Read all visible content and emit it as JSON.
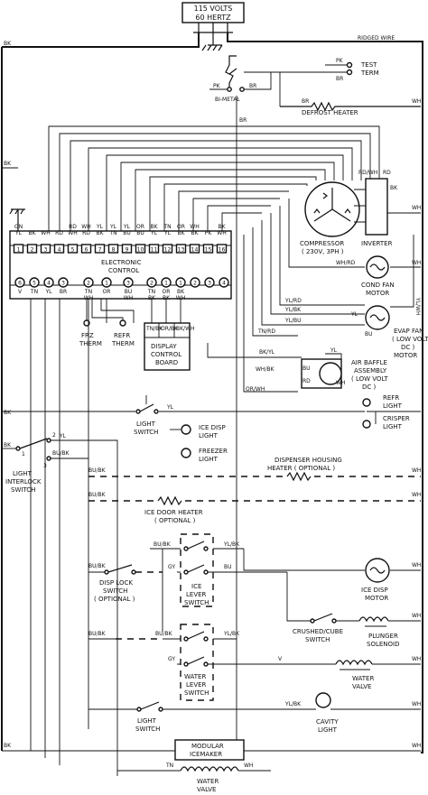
{
  "supply": {
    "line1": "115 VOLTS",
    "line2": "60 HERTZ"
  },
  "ridged_wire": "RIDGED WIRE",
  "wire_colors": {
    "bk": "BK",
    "wh": "WH",
    "pk": "PK",
    "br": "BR",
    "rd": "RD",
    "yl": "YL",
    "v": "V",
    "bu": "BU",
    "gy": "GY",
    "tn": "TN",
    "or": "OR",
    "yl_rd": "YL/RD",
    "yl_bk": "YL/BK",
    "yl_bu": "YL/BU",
    "tn_rd": "TN/RD",
    "bk_yl": "BK/YL",
    "wh_bk": "WH/BK",
    "or_wh": "OR/WH",
    "rd_wh": "RD/WH",
    "wh_rd": "WH/RD",
    "bu_bk": "BU/BK",
    "yl_wh": "YL/WH"
  },
  "test_term": {
    "line1": "TEST",
    "line2": "TERM"
  },
  "bimetal": "BI-METAL",
  "defrost_heater": "DEFROST HEATER",
  "control": {
    "title1": "ELECTRONIC",
    "title2": "CONTROL",
    "top_colors": [
      "GN/YL",
      "BK",
      "WH",
      "RD",
      "RD/WH",
      "WH/RD",
      "YL/BK",
      "YL/TN",
      "YL/BU",
      "OR/BU",
      "BK/YL",
      "TN/YL",
      "OR/BK",
      "WH/BK",
      "PK",
      "BK/WH"
    ],
    "top_pins": [
      "1",
      "2",
      "3",
      "4",
      "5",
      "6",
      "7",
      "8",
      "9",
      "10",
      "11",
      "12",
      "13",
      "14",
      "15",
      "16"
    ],
    "bottom_pins": [
      "6",
      "5",
      "4",
      "3",
      "2",
      "1",
      "3",
      "2",
      "1",
      "1",
      "2",
      "3",
      "4"
    ],
    "bottom_colors": [
      "V",
      "TN",
      "YL",
      "BR",
      "TN/WH",
      "OR",
      "BU/WH",
      "TN/BK",
      "OR/BK",
      "BK/WH"
    ]
  },
  "frz_therm": {
    "line1": "FRZ",
    "line2": "THERM"
  },
  "refr_therm": {
    "line1": "REFR",
    "line2": "THERM"
  },
  "display_board": {
    "line1": "DISPLAY",
    "line2": "CONTROL",
    "line3": "BOARD",
    "pins": [
      "TN/BK",
      "OR/BK",
      "BK/WH"
    ]
  },
  "compressor": {
    "line1": "COMPRESSOR",
    "line2": "( 230V, 3PH )"
  },
  "inverter": "INVERTER",
  "cond_fan": {
    "line1": "COND FAN",
    "line2": "MOTOR"
  },
  "evap_fan": {
    "line1": "EVAP FAN",
    "line2": "( LOW VOLT",
    "line3": "DC )",
    "line4": "MOTOR"
  },
  "air_baffle": {
    "line1": "AIR BAFFLE",
    "line2": "ASSEMBLY",
    "line3": "( LOW VOLT",
    "line4": "DC )"
  },
  "refr_light": {
    "line1": "REFR",
    "line2": "LIGHT"
  },
  "crisper_light": {
    "line1": "CRISPER",
    "line2": "LIGHT"
  },
  "light_switch_top": {
    "line1": "LIGHT",
    "line2": "SWITCH"
  },
  "ice_disp_light": {
    "line1": "ICE DISP",
    "line2": "LIGHT"
  },
  "freezer_light": {
    "line1": "FREEZER",
    "line2": "LIGHT"
  },
  "interlock": {
    "line1": "LIGHT",
    "line2": "INTERLOCK",
    "line3": "SWITCH",
    "t1": "1",
    "t2": "2",
    "t3": "3"
  },
  "housing_heater": {
    "line1": "DISPENSER HOUSING",
    "line2": "HEATER ( OPTIONAL )"
  },
  "ice_door_heater": {
    "line1": "ICE DOOR HEATER",
    "line2": "( OPTIONAL )"
  },
  "disp_lock": {
    "line1": "DISP LOCK",
    "line2": "SWITCH",
    "line3": "( OPTIONAL )"
  },
  "ice_lever": {
    "line1": "ICE",
    "line2": "LEVER",
    "line3": "SWITCH"
  },
  "ice_disp_motor": {
    "line1": "ICE DISP",
    "line2": "MOTOR"
  },
  "crushed_cube": {
    "line1": "CRUSHED/CUBE",
    "line2": "SWITCH"
  },
  "plunger": {
    "line1": "PLUNGER",
    "line2": "SOLENOID"
  },
  "water_lever": {
    "line1": "WATER",
    "line2": "LEVER",
    "line3": "SWITCH"
  },
  "water_valve": {
    "line1": "WATER",
    "line2": "VALVE"
  },
  "light_switch_bottom": {
    "line1": "LIGHT",
    "line2": "SWITCH"
  },
  "cavity_light": {
    "line1": "CAVITY",
    "line2": "LIGHT"
  },
  "icemaker": {
    "line1": "MODULAR",
    "line2": "ICEMAKER"
  },
  "bottom_valve": {
    "line1": "WATER",
    "line2": "VALVE"
  }
}
